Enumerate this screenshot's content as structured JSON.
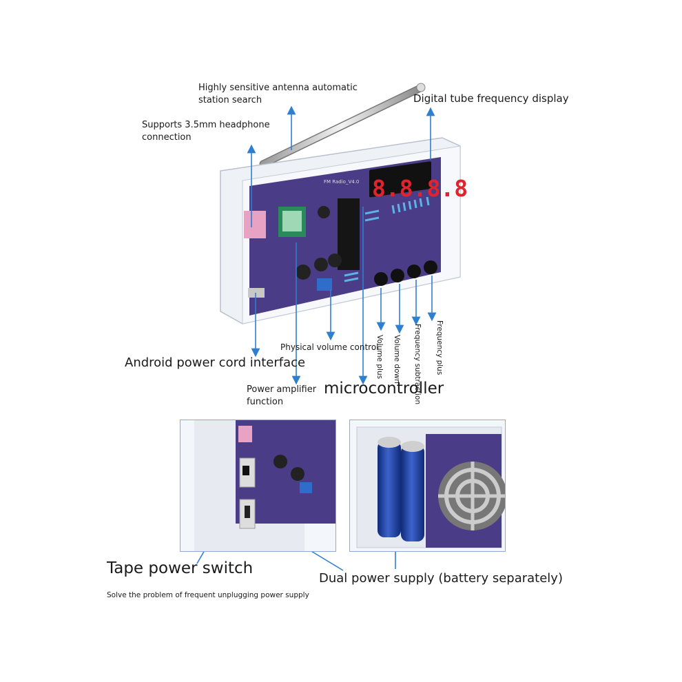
{
  "colors": {
    "arrow": "#2f7fd0",
    "pcb": "#4a3c86",
    "digit": "#e0242e",
    "battery": "#1f3c9c",
    "pink": "#e8a2c4"
  },
  "device": {
    "display_digits": "8.8.8.8",
    "board_text": "FM Radio_V4.0"
  },
  "labels": {
    "antenna": [
      "Highly sensitive antenna automatic",
      "station search"
    ],
    "headphone": [
      "Supports 3.5mm headphone",
      "connection"
    ],
    "display": "Digital tube frequency display",
    "android": "Android power cord interface",
    "volume_ctrl": "Physical volume control",
    "amplifier": [
      "Power amplifier",
      "function"
    ],
    "mcu": "microcontroller",
    "vol_plus": "Volume plus",
    "vol_down": [
      "Volume",
      "down"
    ],
    "freq_sub": [
      "Frequency",
      "subtraction"
    ],
    "freq_plus": [
      "Frequency",
      "plus"
    ],
    "tape_switch": "Tape power switch",
    "tape_note": "Solve the problem of frequent unplugging power supply",
    "dual_power": "Dual power supply (battery separately)"
  }
}
